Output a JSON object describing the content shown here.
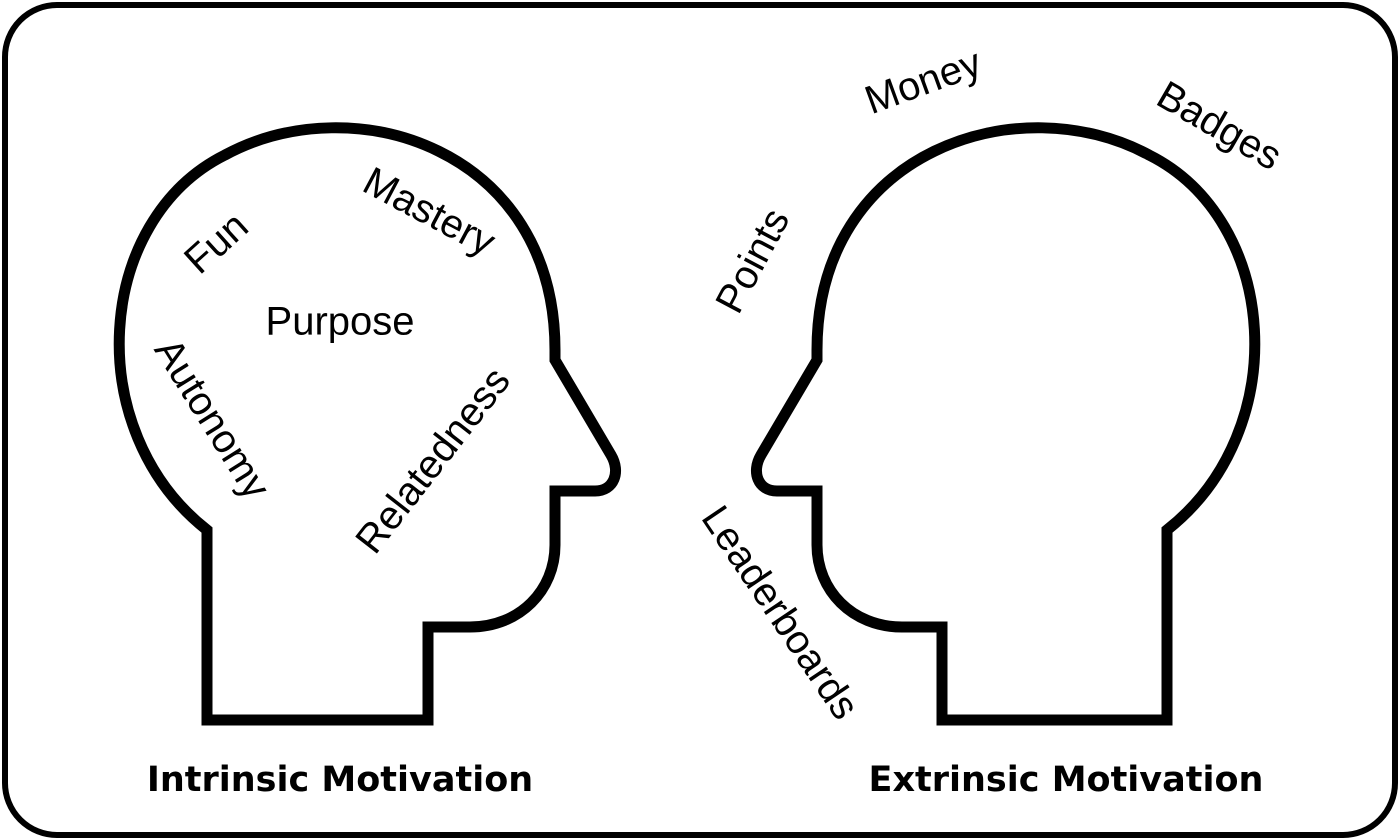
{
  "intrinsic": {
    "caption": "Intrinsic Motivation",
    "words": {
      "fun": "Fun",
      "mastery": "Mastery",
      "purpose": "Purpose",
      "autonomy": "Autonomy",
      "relatedness": "Relatedness"
    }
  },
  "extrinsic": {
    "caption": "Extrinsic Motivation",
    "words": {
      "money": "Money",
      "badges": "Badges",
      "points": "Points",
      "leaderboards": "Leaderboards"
    }
  },
  "colors": {
    "stroke": "#000000",
    "background": "#ffffff"
  }
}
